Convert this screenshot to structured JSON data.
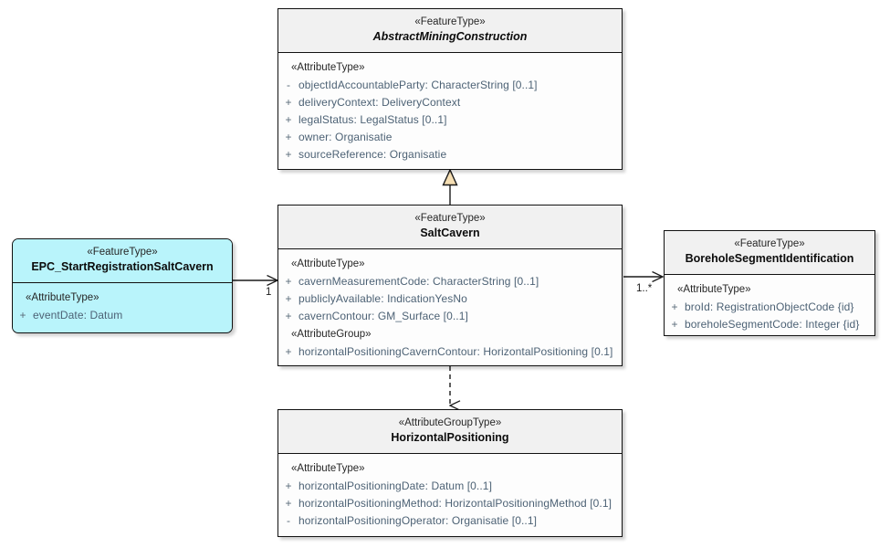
{
  "diagram": {
    "type": "uml-class-diagram",
    "title": "SaltCavern UML class diagram",
    "colors": {
      "header_bg": "#f1f1f1",
      "body_bg": "#fdfdfd",
      "highlight_bg": "#b9f4fb",
      "border": "#111111",
      "attribute_text": "#4d6275",
      "generalization_fill": "#f5deb3"
    }
  },
  "classes": {
    "abstract_mining_construction": {
      "stereotype": "«FeatureType»",
      "name": "AbstractMiningConstruction",
      "name_italic": true,
      "sections": [
        {
          "group_label": "«AttributeType»",
          "attributes": [
            {
              "visibility": "-",
              "text": "objectIdAccountableParty: CharacterString [0..1]"
            },
            {
              "visibility": "+",
              "text": "deliveryContext: DeliveryContext"
            },
            {
              "visibility": "+",
              "text": "legalStatus: LegalStatus [0..1]"
            },
            {
              "visibility": "+",
              "text": "owner: Organisatie"
            },
            {
              "visibility": "+",
              "text": "sourceReference: Organisatie"
            }
          ]
        }
      ]
    },
    "salt_cavern": {
      "stereotype": "«FeatureType»",
      "name": "SaltCavern",
      "name_italic": false,
      "sections": [
        {
          "group_label": "«AttributeType»",
          "attributes": [
            {
              "visibility": "+",
              "text": "cavernMeasurementCode: CharacterString [0..1]"
            },
            {
              "visibility": "+",
              "text": "publiclyAvailable: IndicationYesNo"
            },
            {
              "visibility": "+",
              "text": "cavernContour: GM_Surface [0..1]"
            }
          ]
        },
        {
          "group_label": "«AttributeGroup»",
          "attributes": [
            {
              "visibility": "+",
              "text": "horizontalPositioningCavernContour: HorizontalPositioning [0.1]"
            }
          ]
        }
      ]
    },
    "epc_start_registration_salt_cavern": {
      "stereotype": "«FeatureType»",
      "name": "EPC_StartRegistrationSaltCavern",
      "name_italic": false,
      "highlighted": true,
      "sections": [
        {
          "group_label": "«AttributeType»",
          "attributes": [
            {
              "visibility": "+",
              "text": "eventDate: Datum"
            }
          ]
        }
      ]
    },
    "borehole_segment_identification": {
      "stereotype": "«FeatureType»",
      "name": "BoreholeSegmentIdentification",
      "name_italic": false,
      "sections": [
        {
          "group_label": "«AttributeType»",
          "attributes": [
            {
              "visibility": "+",
              "text": "broId: RegistrationObjectCode {id}"
            },
            {
              "visibility": "+",
              "text": "boreholeSegmentCode: Integer {id}"
            }
          ]
        }
      ]
    },
    "horizontal_positioning": {
      "stereotype": "«AttributeGroupType»",
      "name": "HorizontalPositioning",
      "name_italic": false,
      "sections": [
        {
          "group_label": "«AttributeType»",
          "attributes": [
            {
              "visibility": "+",
              "text": "horizontalPositioningDate: Datum [0..1]"
            },
            {
              "visibility": "+",
              "text": "horizontalPositioningMethod: HorizontalPositioningMethod [0.1]"
            },
            {
              "visibility": "-",
              "text": "horizontalPositioningOperator: Organisatie [0..1]"
            }
          ]
        }
      ]
    }
  },
  "connectors": [
    {
      "id": "generalization",
      "kind": "generalization",
      "from": "SaltCavern",
      "to": "AbstractMiningConstruction",
      "multiplicity_source": "",
      "multiplicity_target": ""
    },
    {
      "id": "epc-to-saltcavern",
      "kind": "association",
      "from": "EPC_StartRegistrationSaltCavern",
      "to": "SaltCavern",
      "multiplicity_target": "1"
    },
    {
      "id": "saltcavern-to-borehole",
      "kind": "association",
      "from": "SaltCavern",
      "to": "BoreholeSegmentIdentification",
      "multiplicity_target": "1..*"
    },
    {
      "id": "saltcavern-to-horizontalpositioning",
      "kind": "dependency",
      "from": "SaltCavern",
      "to": "HorizontalPositioning",
      "multiplicity_target": ""
    }
  ]
}
